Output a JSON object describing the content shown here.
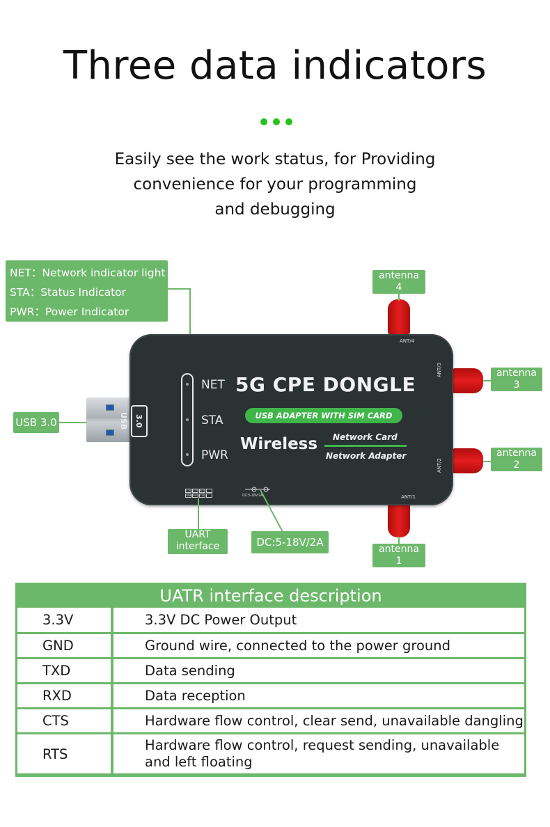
{
  "header": {
    "headline": "Three data indicators",
    "subtitle_lines": [
      "Easily see the work status, for Providing",
      "convenience for your programming",
      "and debugging"
    ]
  },
  "indicator_callout": {
    "lines": [
      "NET：Network indicator light",
      "STA：Status Indicator",
      "PWR：Power Indicator"
    ]
  },
  "callouts": {
    "usb": "USB 3.0",
    "uart_line1": "UART",
    "uart_line2": "interface",
    "dc": "DC:5-18V/2A",
    "antenna_word": "antenna",
    "antenna_4": "4",
    "antenna_3": "3",
    "antenna_2": "2",
    "antenna_1": "1"
  },
  "device": {
    "led_net": "NET",
    "led_sta": "STA",
    "led_pwr": "PWR",
    "title": "5G CPE DONGLE",
    "pill": "USB ADAPTER WITH SIM CARD",
    "wireless": "Wireless",
    "network_card": "Network Card",
    "network_adapter": "Network Adapter",
    "usb_port_label": "3.0 USB",
    "ant4": "ANT/4",
    "ant3": "ANT/3",
    "ant2": "ANT/2",
    "ant1": "ANT/1",
    "pins": [
      "3.3V",
      "CTS",
      "RTS",
      "",
      "GND",
      "RXD",
      "TXD",
      ""
    ],
    "dc_text": "DC:5-18V/2A"
  },
  "uart_table": {
    "title": "UATR interface description",
    "rows": [
      {
        "pin": "3.3V",
        "desc": "3.3V DC Power Output"
      },
      {
        "pin": "GND",
        "desc": "Ground wire, connected to the power ground"
      },
      {
        "pin": "TXD",
        "desc": "Data sending"
      },
      {
        "pin": "RXD",
        "desc": "Data reception"
      },
      {
        "pin": "CTS",
        "desc": "Hardware flow control, clear send, unavailable dangling"
      },
      {
        "pin": "RTS",
        "desc": "Hardware flow control, request sending, unavailable and left floating"
      }
    ]
  },
  "colors": {
    "accent_green": "#6cb86a",
    "dot_green": "#27c21d",
    "device_body": "#2b3234",
    "antenna_red": "#e31d1d"
  }
}
